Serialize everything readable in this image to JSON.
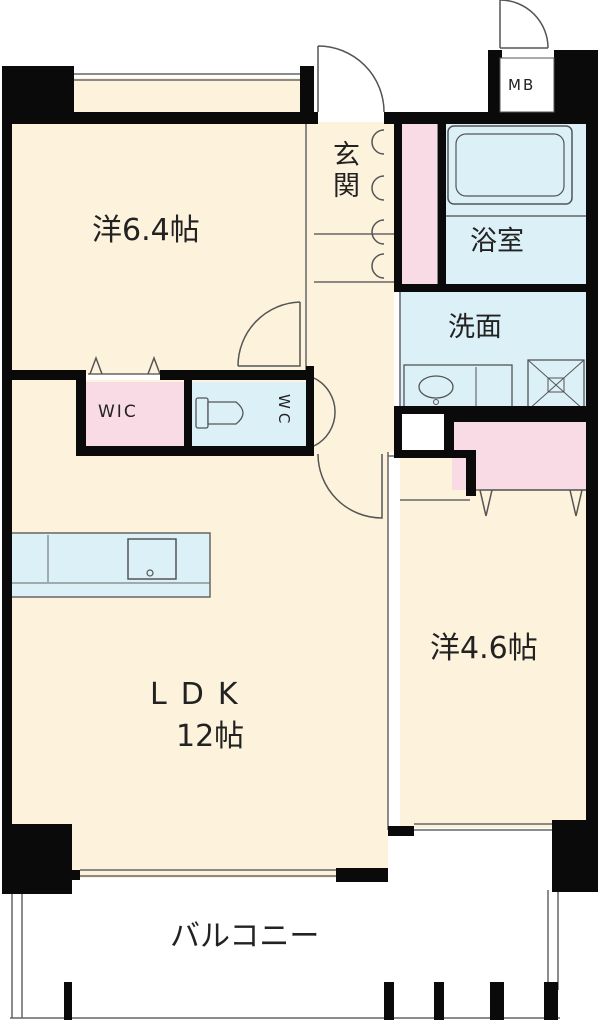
{
  "rooms": {
    "western_a": "洋6.4帖",
    "entrance": "玄関",
    "bath": "浴室",
    "washroom": "洗面",
    "mb": "MB",
    "wic": "WIC",
    "wc": "WC",
    "ldk_name": "LDK",
    "ldk_size": "12帖",
    "western_b": "洋4.6帖",
    "balcony": "バルコニー"
  },
  "colors": {
    "floor": "#fdf2dc",
    "wet": "#dcf0f7",
    "storage": "#f9dbe5",
    "wall": "#0a0a0a",
    "line": "#666666"
  }
}
